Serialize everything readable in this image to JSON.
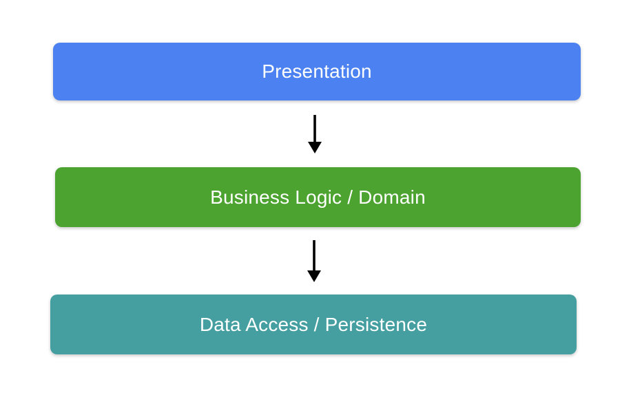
{
  "diagram": {
    "background": "#ffffff",
    "text_color": "#ffffff",
    "arrow_color": "#000000",
    "layers": [
      {
        "label": "Presentation",
        "color": "#4b81f1"
      },
      {
        "label": "Business Logic / Domain",
        "color": "#4ca330"
      },
      {
        "label": "Data Access / Persistence",
        "color": "#459fa0"
      }
    ],
    "arrows": [
      {
        "name": "presentation-to-business",
        "direction": "down"
      },
      {
        "name": "business-to-data",
        "direction": "down"
      }
    ]
  }
}
